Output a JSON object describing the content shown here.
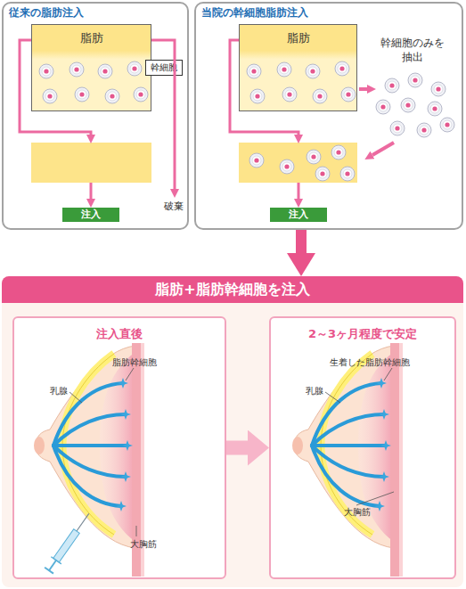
{
  "diagram": {
    "nodes": [
      {
        "text": [
          "従来の脂肪注入"
        ]
      },
      {
        "text": [
          "脂肪"
        ],
        "in": 0
      },
      {
        "text": [
          "幹細胞"
        ],
        "in": 1
      },
      {
        "text": [
          "注入"
        ],
        "in": 0
      },
      {
        "text": [
          "当院の幹細胞脂肪注入"
        ]
      },
      {
        "text": [
          "脂肪"
        ],
        "in": 4
      },
      {
        "text": [
          "注入"
        ],
        "in": 4
      },
      {
        "text": [
          "脂肪+脂肪幹細胞を注入"
        ]
      },
      {
        "text": [
          "注入直後"
        ],
        "in": 7
      },
      {
        "text": [
          "2～3ヶ月程度で安定"
        ],
        "in": 7
      }
    ],
    "edges": [
      {
        "from": 1,
        "to": 3,
        "arrow": "to"
      },
      {
        "from": 5,
        "to": 6,
        "arrow": "to"
      },
      {
        "from": 4,
        "to": 7,
        "arrow": "to"
      },
      {
        "from": 8,
        "to": 9,
        "arrow": "to"
      }
    ],
    "labels": [
      "破棄",
      "幹細胞のみを抽出",
      "脂肪幹細胞",
      "乳腺",
      "大胸筋",
      "生着した脂肪幹細胞",
      "乳腺",
      "大胸筋"
    ]
  }
}
